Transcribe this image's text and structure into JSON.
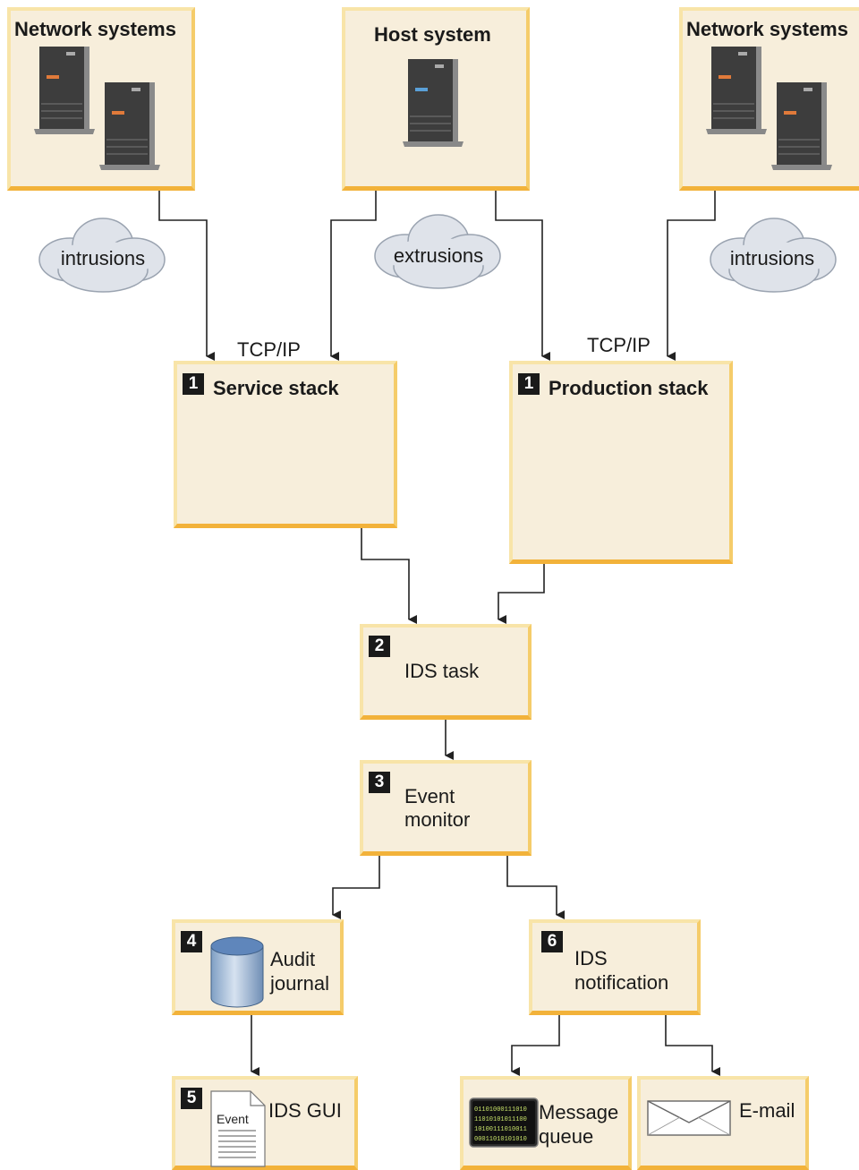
{
  "nodes": {
    "network_left": {
      "title": "Network systems"
    },
    "host": {
      "title": "Host system"
    },
    "network_right": {
      "title": "Network systems"
    },
    "service_stack": {
      "number": "1",
      "title": "Service stack"
    },
    "production_stack": {
      "number": "1",
      "title": "Production stack"
    },
    "ids_task": {
      "number": "2",
      "label": "IDS task"
    },
    "event_monitor": {
      "number": "3",
      "label_line1": "Event",
      "label_line2": "monitor"
    },
    "audit_journal": {
      "number": "4",
      "label_line1": "Audit",
      "label_line2": "journal"
    },
    "ids_notification": {
      "number": "6",
      "label_line1": "IDS",
      "label_line2": "notification"
    },
    "ids_gui": {
      "number": "5",
      "label": "IDS GUI",
      "doc_text": "Event"
    },
    "message_queue": {
      "label_line1": "Message",
      "label_line2": "queue",
      "binary": [
        "01101000111010",
        "11010101011100",
        "10100111010011",
        "00011010101010"
      ]
    },
    "email": {
      "label": "E-mail"
    }
  },
  "clouds": {
    "left": "intrusions",
    "middle": "extrusions",
    "right": "intrusions"
  },
  "edge_labels": {
    "left": "TCP/IP",
    "right": "TCP/IP"
  },
  "colors": {
    "box_fill": "#f7eedb",
    "box_shadow": "#f2b23a",
    "badge": "#1a1a1a",
    "cloud": "#dfe3ea"
  }
}
